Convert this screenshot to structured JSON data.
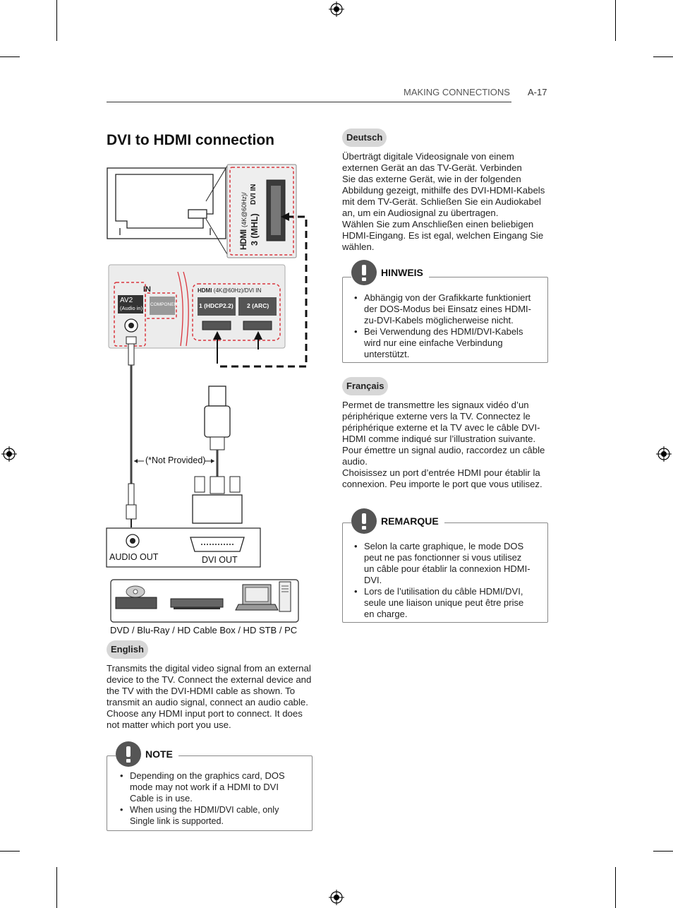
{
  "header": {
    "section": "MAKING CONNECTIONS",
    "page": "A-17"
  },
  "title": "DVI to HDMI connection",
  "diagram": {
    "tv_port_label": "3 (MHL)",
    "tv_port_sub": "(4K@60Hz)/",
    "tv_port_dvi": "DVI IN",
    "panel_in": "IN",
    "av2": "AV2",
    "audio_in": "(Audio in)",
    "component": "COMPONENT",
    "hdmi_header": "(4K@60Hz)/DVI IN",
    "hdmi1": "1 (HDCP2.2)",
    "hdmi2": "2 (ARC)",
    "not_provided": "(*Not Provided)",
    "audio_out": "AUDIO OUT",
    "dvi_out": "DVI OUT",
    "devices_caption": "DVD / Blu-Ray / HD Cable Box / HD STB / PC"
  },
  "english": {
    "label": "English",
    "text": "Transmits the digital video signal from an external\ndevice to the TV. Connect the external device and\nthe TV with the DVI-HDMI cable as shown. To\ntransmit an audio signal, connect an audio cable.\nChoose any HDMI input port to connect. It does\nnot matter which port you use.",
    "note_title": "NOTE",
    "note_items": [
      "Depending on the graphics card, DOS\nmode may not work if a HDMI to DVI\nCable is in use.",
      "When using the HDMI/DVI cable, only\nSingle link is supported."
    ]
  },
  "deutsch": {
    "label": "Deutsch",
    "text": "Überträgt digitale Videosignale von einem\nexternen Gerät an das TV-Gerät. Verbinden\nSie das externe Gerät, wie in der folgenden\nAbbildung gezeigt, mithilfe des DVI-HDMI-Kabels\nmit dem TV-Gerät. Schließen Sie ein Audiokabel\nan, um ein Audiosignal zu übertragen.\nWählen Sie zum Anschließen einen beliebigen\nHDMI-Eingang. Es ist egal, welchen Eingang Sie\nwählen.",
    "note_title": "HINWEIS",
    "note_items": [
      "Abhängig von der Grafikkarte funktioniert\nder DOS-Modus bei Einsatz eines HDMI-\nzu-DVI-Kabels möglicherweise nicht.",
      "Bei Verwendung des HDMI/DVI-Kabels\nwird nur eine einfache Verbindung\nunterstützt."
    ]
  },
  "francais": {
    "label": "Français",
    "text": "Permet de transmettre les signaux vidéo d’un\npériphérique externe vers la TV. Connectez le\npériphérique externe et la TV avec le câble DVI-\nHDMI comme indiqué sur l’illustration suivante.\nPour émettre un signal audio, raccordez un câble\naudio.\nChoisissez un port d’entrée HDMI pour établir la\nconnexion. Peu importe le port que vous utilisez.",
    "note_title": "REMARQUE",
    "note_items": [
      "Selon la carte graphique, le mode DOS\npeut ne pas fonctionner si vous utilisez\nun câble pour établir la connexion HDMI-\nDVI.",
      "Lors de l’utilisation du câble HDMI/DVI,\nseule une liaison unique peut être prise\nen charge."
    ]
  },
  "colors": {
    "accent_red": "#d9343c",
    "panel_gray": "#ececec"
  }
}
